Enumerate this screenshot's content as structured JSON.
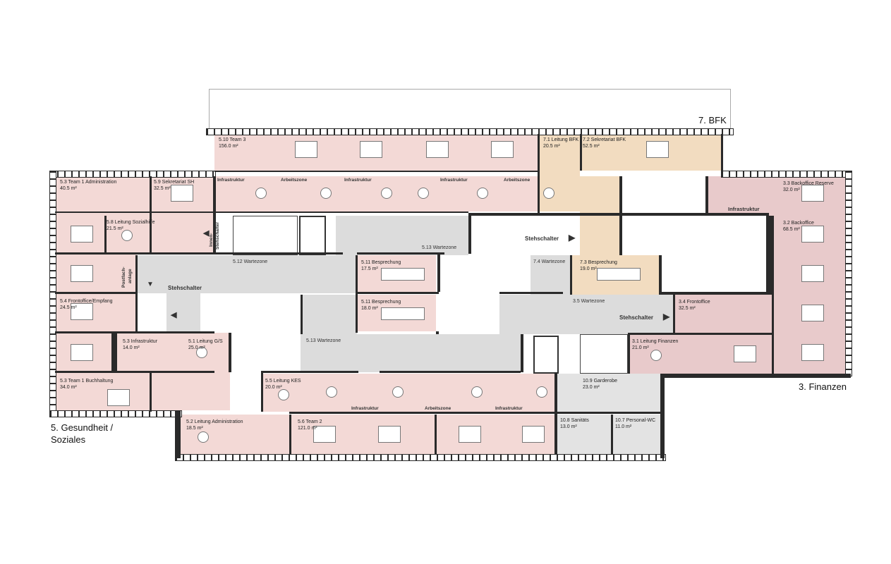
{
  "sections": {
    "bfk": "7. BFK",
    "finanzen": "3. Finanzen",
    "gesundheit_line1": "5. Gesundheit /",
    "gesundheit_line2": "Soziales"
  },
  "colors": {
    "pink": "#f3d9d6",
    "rose": "#e8cacb",
    "peach": "#f2dcc0",
    "grey": "#e3e3e3",
    "corridor": "#dcdcdc",
    "wall": "#2a2a2a"
  },
  "rooms": [
    {
      "name": "5.10 Team 3",
      "area": "156.0 m²"
    },
    {
      "name": "7.1 Leitung BFK",
      "area": "20.5 m²"
    },
    {
      "name": "7.2 Sekretariat BFK",
      "area": "52.5 m²"
    },
    {
      "name": "5.3 Team 1 Administration",
      "area": "40.5 m²"
    },
    {
      "name": "5.9 Sekretariat SH",
      "area": "32.5 m²"
    },
    {
      "name": "5.8 Leitung Sozialhilfe",
      "area": "21.5 m²"
    },
    {
      "name": "5.4 Frontoffice/Empfang",
      "area": "24.5 m²"
    },
    {
      "name": "5.3 Infrastruktur",
      "area": "14.0 m²"
    },
    {
      "name": "5.1 Leitung G/S",
      "area": "25.0 m²"
    },
    {
      "name": "5.3 Team 1 Buchhaltung",
      "area": "34.0 m²"
    },
    {
      "name": "5.2 Leitung Administration",
      "area": "18.5 m²"
    },
    {
      "name": "5.6 Team 2",
      "area": "121.0 m²"
    },
    {
      "name": "5.5 Leitung KES",
      "area": "20.0 m²"
    },
    {
      "name": "5.11 Besprechung",
      "area": "17.5 m²"
    },
    {
      "name": "5.11 Besprechung",
      "area": "18.0 m²"
    },
    {
      "name": "7.3 Besprechung",
      "area": "19.0 m²"
    },
    {
      "name": "3.3 Backoffice Reserve",
      "area": "32.0 m²"
    },
    {
      "name": "3.2 Backoffice",
      "area": "68.5 m²"
    },
    {
      "name": "3.4 Frontoffice",
      "area": "32.5 m²"
    },
    {
      "name": "3.1 Leitung Finanzen",
      "area": "21.0 m²"
    },
    {
      "name": "10.9 Garderobe",
      "area": "23.0 m²"
    },
    {
      "name": "10.8 Sanitäts",
      "area": "13.0 m²"
    },
    {
      "name": "10.7 Personal-WC",
      "area": "11.0 m²"
    }
  ],
  "tags": {
    "infra": "Infrastruktur",
    "arbeit": "Arbeitszone",
    "stehschalter": "Stehschalter",
    "wz_513": "5.13 Wartezone",
    "wz_512": "5.12 Wartezone",
    "wz_74": "7.4 Wartezone",
    "wz_35": "3.5 Wartezone",
    "innen1": "Innen-",
    "innen2": "Stehschalter",
    "post1": "Postfach-",
    "post2": "anlage"
  }
}
